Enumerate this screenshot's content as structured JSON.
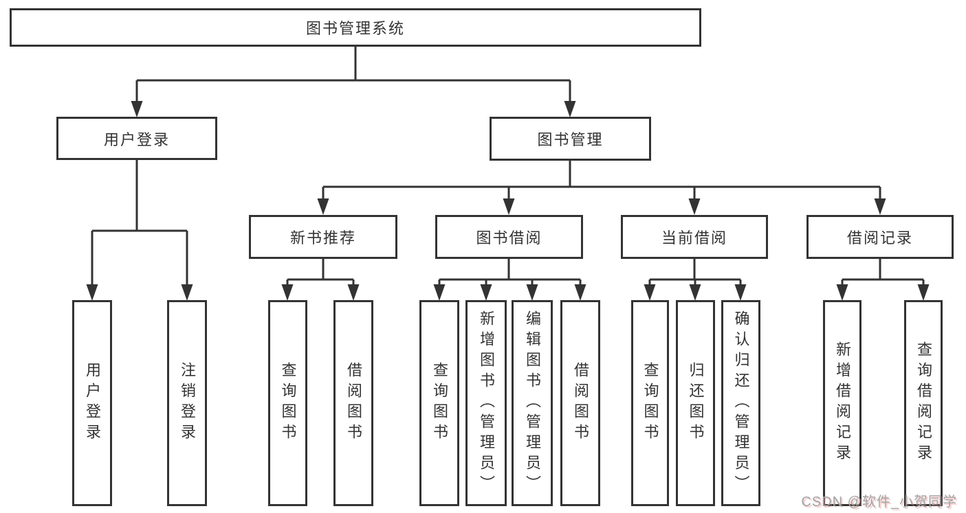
{
  "tree": {
    "label": "图书管理系统",
    "children": [
      {
        "label": "用户登录",
        "children": [
          {
            "label": "用户登录"
          },
          {
            "label": "注销登录"
          }
        ]
      },
      {
        "label": "图书管理",
        "children": [
          {
            "label": "新书推荐",
            "children": [
              {
                "label": "查询图书"
              },
              {
                "label": "借阅图书"
              }
            ]
          },
          {
            "label": "图书借阅",
            "children": [
              {
                "label": "查询图书"
              },
              {
                "label": "新增图书（管理员）"
              },
              {
                "label": "编辑图书（管理员）"
              },
              {
                "label": "借阅图书"
              }
            ]
          },
          {
            "label": "当前借阅",
            "children": [
              {
                "label": "查询图书"
              },
              {
                "label": "归还图书"
              },
              {
                "label": "确认归还（管理员）"
              }
            ]
          },
          {
            "label": "借阅记录",
            "children": [
              {
                "label": "新增借阅记录"
              },
              {
                "label": "查询借阅记录"
              }
            ]
          }
        ]
      }
    ]
  },
  "watermark": {
    "text": "CSDN @软件_小贺同学"
  },
  "colors": {
    "line": "#333333",
    "box_border": "#333333",
    "text": "#333333",
    "background": "#ffffff",
    "watermark_text": "#a3a3a3",
    "watermark_shadow": "#e87a7a"
  }
}
